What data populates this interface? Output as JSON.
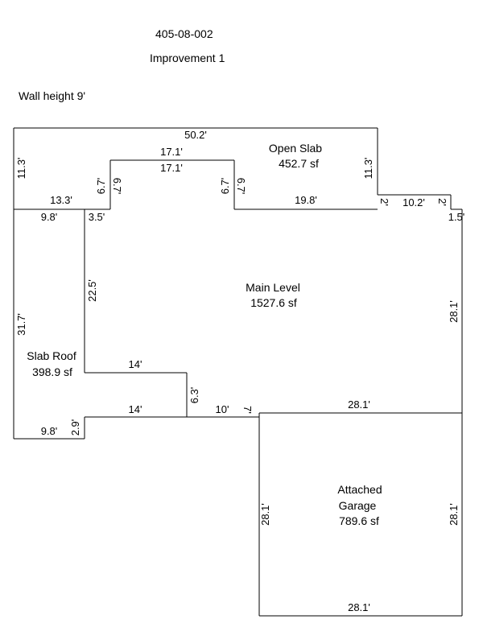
{
  "header": {
    "parcel_id": "405-08-002",
    "improvement": "Improvement 1",
    "wall_height": "Wall height 9'"
  },
  "areas": {
    "open_slab": {
      "name": "Open Slab",
      "size": "452.7 sf"
    },
    "main_level": {
      "name": "Main Level",
      "size": "1527.6 sf"
    },
    "slab_roof": {
      "name": "Slab Roof",
      "size": "398.9 sf"
    },
    "garage": {
      "name_line1": "Attached",
      "name_line2": "Garage",
      "size": "789.6 sf"
    }
  },
  "dimensions": {
    "top_width": "50.2'",
    "left_top_height": "11.3'",
    "right_top_height": "11.3'",
    "notch_top_outer": "17.1'",
    "notch_top_inner": "17.1'",
    "notch_left_a": "6.7'",
    "notch_left_b": "6.7'",
    "notch_right_a": "6.7'",
    "notch_right_b": "6.7'",
    "left_ledge": "13.3'",
    "notch_bottom": "19.8'",
    "step_a": "2'",
    "step_run": "10.2'",
    "step_b": "2'",
    "right_small": "1.5'",
    "slab_top": "9.8'",
    "inner_small": "3.5'",
    "inner_height": "22.5'",
    "left_height": "31.7'",
    "right_height": "28.1'",
    "inner_run_upper": "14'",
    "inner_drop": "6.3'",
    "inner_run_lower": "14'",
    "mid_run": "10'",
    "mid_drop": "7'",
    "slab_bottom": "9.8'",
    "slab_small": "2.9'",
    "garage_top": "28.1'",
    "garage_left": "28.1'",
    "garage_right": "28.1'",
    "garage_bottom": "28.1'"
  }
}
